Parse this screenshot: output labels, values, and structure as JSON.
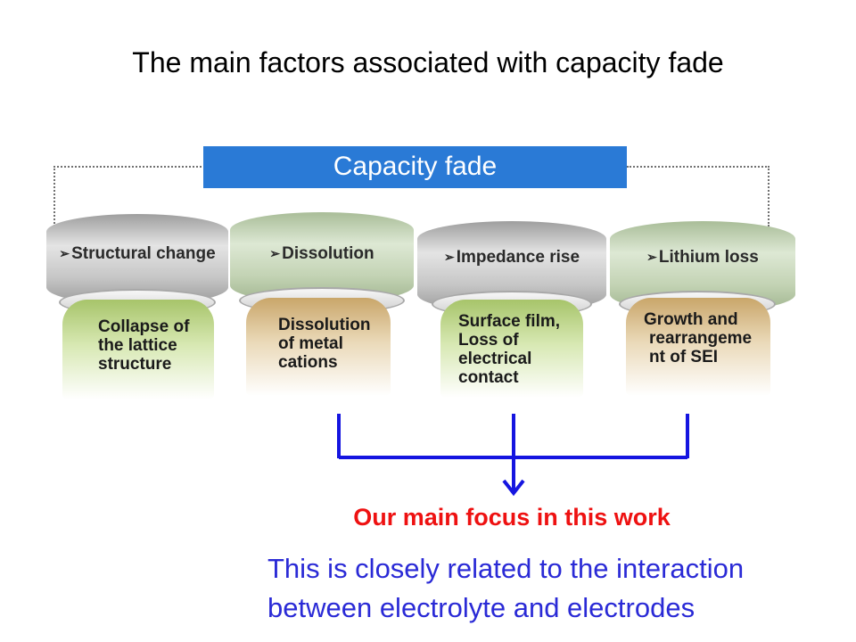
{
  "title": "The main factors associated with capacity fade",
  "header_box": {
    "label": "Capacity fade",
    "color": "#2a7ad6"
  },
  "factors": [
    {
      "label": "Structural change",
      "bullet": "➢",
      "detail_lines": [
        "Collapse of",
        "the lattice",
        "structure"
      ]
    },
    {
      "label": "Dissolution",
      "bullet": "➢",
      "detail_lines": [
        "Dissolution",
        "of metal",
        "cations"
      ]
    },
    {
      "label": "Impedance rise",
      "bullet": "➢",
      "detail_lines": [
        "Surface film,",
        "Loss of",
        "electrical",
        "contact"
      ]
    },
    {
      "label": "Lithium loss",
      "bullet": "➢",
      "detail_lines": [
        "Growth and",
        "rearrangeme",
        "nt of SEI"
      ]
    }
  ],
  "focus": {
    "label": "Our main focus in this work",
    "color": "#ee1111"
  },
  "relation_lines": [
    "This is closely related to the interaction",
    "between electrolyte and electrodes"
  ],
  "colors": {
    "connector": "#1515e0",
    "relation_text": "#2a2ad6"
  }
}
